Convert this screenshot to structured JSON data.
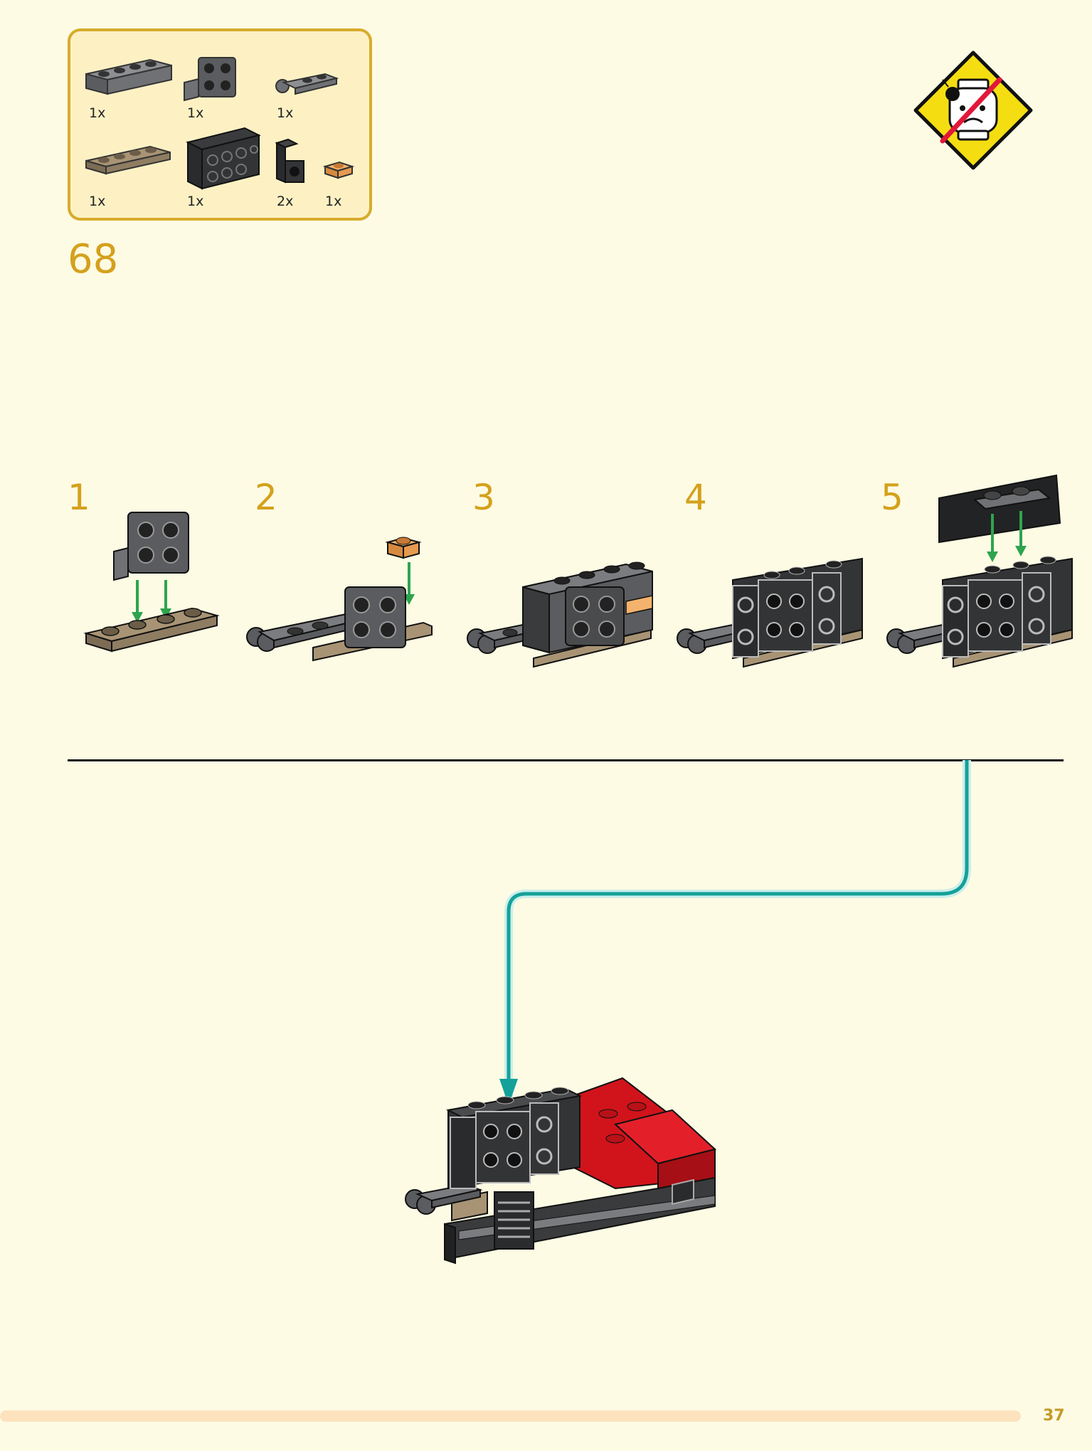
{
  "parts": [
    {
      "qty": "1x",
      "icon": "dark-gray-tile-1x4"
    },
    {
      "qty": "1x",
      "icon": "dark-gray-bracket-2x2"
    },
    {
      "qty": "1x",
      "icon": "dark-gray-plate-clip"
    },
    {
      "qty": "1x",
      "icon": "tan-plate-1x4"
    },
    {
      "qty": "1x",
      "icon": "black-brick-2x4-studs-side"
    },
    {
      "qty": "2x",
      "icon": "black-bracket-1x1"
    },
    {
      "qty": "1x",
      "icon": "orange-plate-1x1"
    }
  ],
  "step_number": "68",
  "substeps": [
    "1",
    "2",
    "3",
    "4",
    "5"
  ],
  "page_number": "37",
  "colors": {
    "accent": "#d4a11c",
    "arrow_green": "#2ea44f",
    "connector_teal": "#14a19a",
    "background": "#fefbe4",
    "progress": "#fde3bd"
  }
}
